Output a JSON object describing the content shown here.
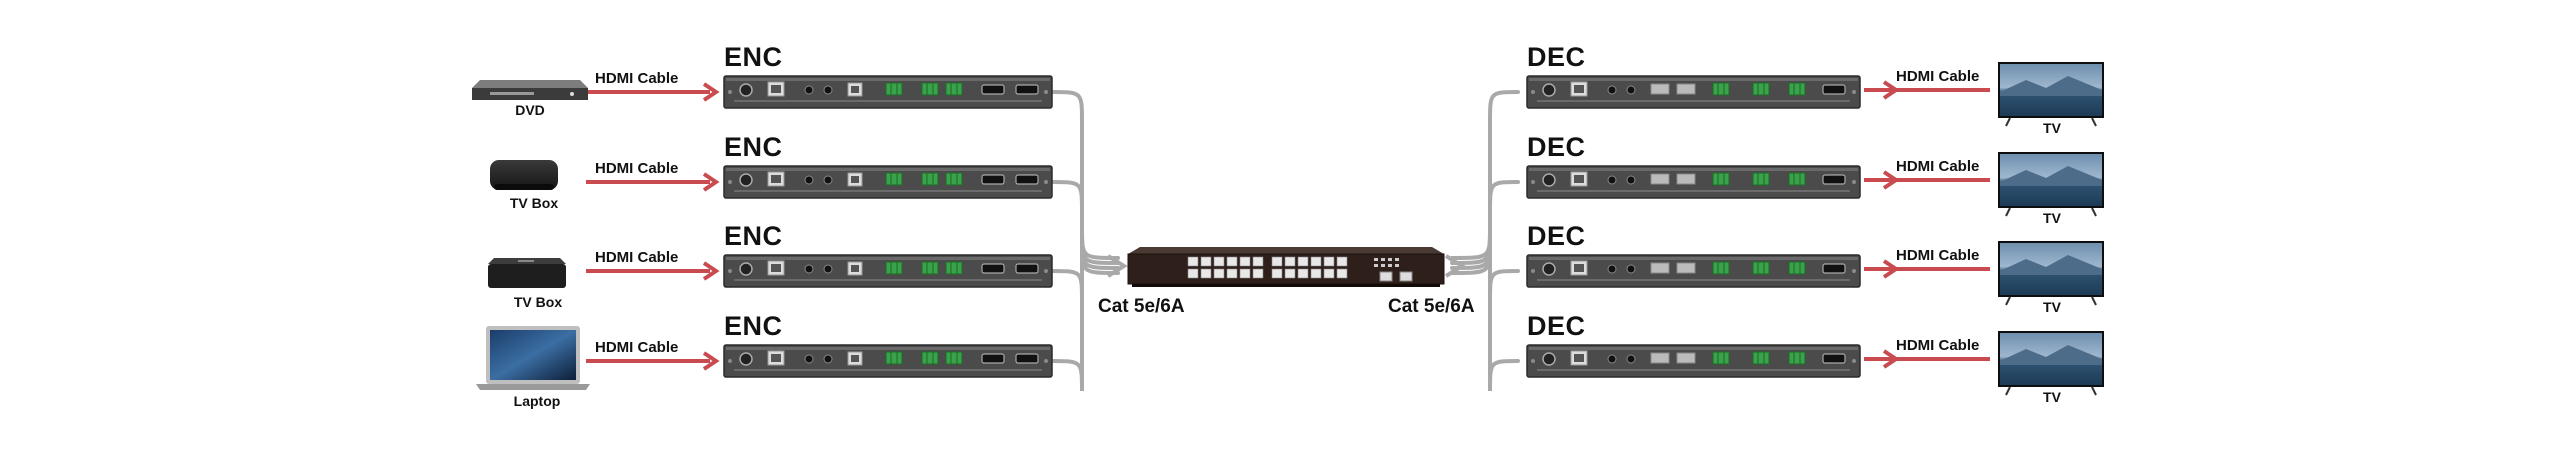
{
  "colors": {
    "cable_red": "#c94a4f",
    "cat_gray": "#a9a9a9",
    "device_body": "#4b4b4b",
    "terminal_green": "#3aa24a",
    "switch_body": "#2e1f1a"
  },
  "sources": [
    {
      "label": "DVD",
      "cable": "HDMI Cable",
      "device_title": "ENC",
      "icon": "dvd-player-icon"
    },
    {
      "label": "TV Box",
      "cable": "HDMI Cable",
      "device_title": "ENC",
      "icon": "tv-box-icon"
    },
    {
      "label": "TV Box",
      "cable": "HDMI Cable",
      "device_title": "ENC",
      "icon": "tv-box-icon"
    },
    {
      "label": "Laptop",
      "cable": "HDMI Cable",
      "device_title": "ENC",
      "icon": "laptop-icon"
    }
  ],
  "sinks": [
    {
      "label": "TV",
      "cable": "HDMI Cable",
      "device_title": "DEC",
      "icon": "tv-icon"
    },
    {
      "label": "TV",
      "cable": "HDMI Cable",
      "device_title": "DEC",
      "icon": "tv-icon"
    },
    {
      "label": "TV",
      "cable": "HDMI Cable",
      "device_title": "DEC",
      "icon": "tv-icon"
    },
    {
      "label": "TV",
      "cable": "HDMI Cable",
      "device_title": "DEC",
      "icon": "tv-icon"
    }
  ],
  "switch": {
    "left_label": "Cat  5e/6A",
    "right_label": "Cat  5e/6A",
    "icon": "network-switch-icon"
  }
}
